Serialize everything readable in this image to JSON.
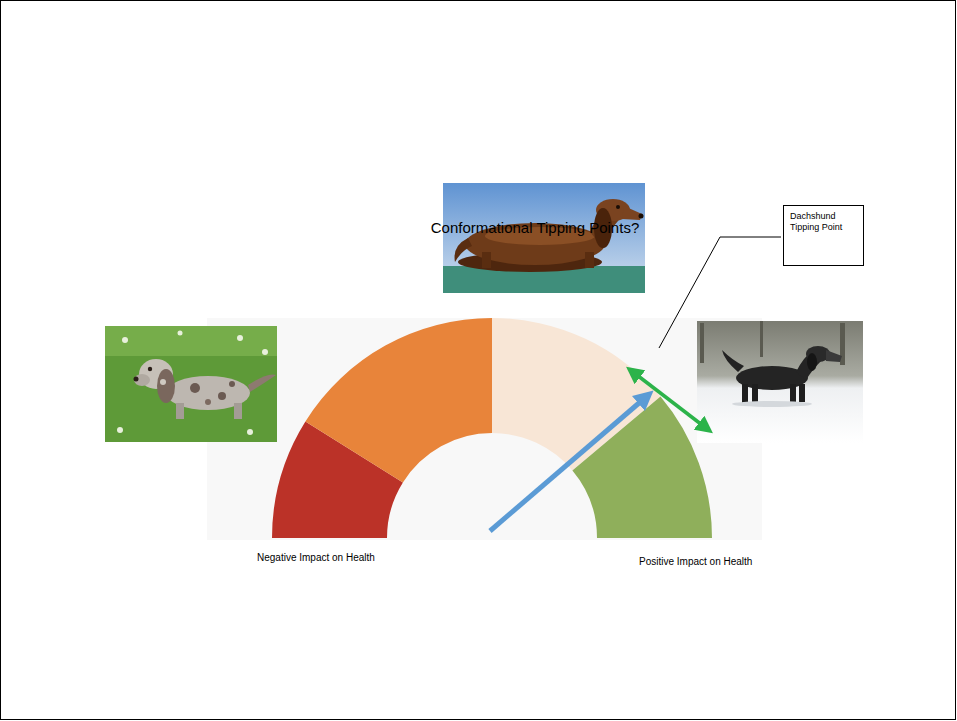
{
  "diagram": {
    "title": "Conformational Tipping Points?",
    "nodes": [
      {
        "text": [
          "Dachshund Tipping Point"
        ]
      }
    ],
    "labels": [
      "Negative Impact on Health",
      "Positive Impact on Health"
    ]
  }
}
